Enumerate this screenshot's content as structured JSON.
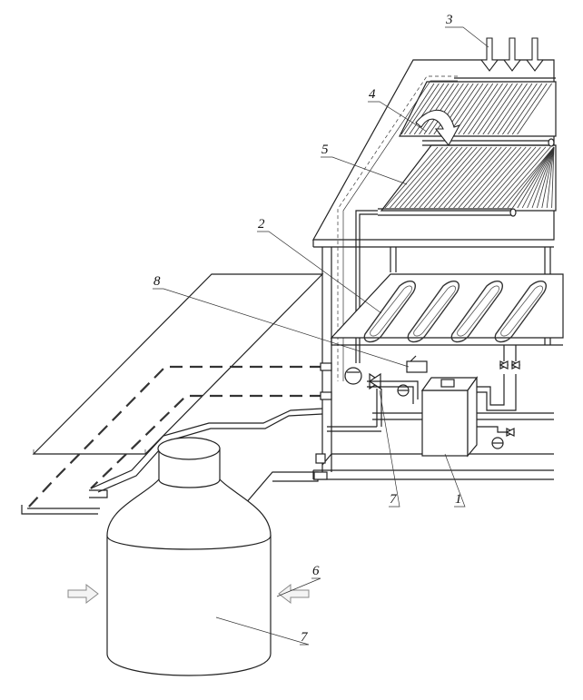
{
  "labels": {
    "l1": "1",
    "l2": "2",
    "l3": "3",
    "l4": "4",
    "l5": "5",
    "l6": "6",
    "l7a": "7",
    "l7b": "7",
    "l8": "8"
  }
}
